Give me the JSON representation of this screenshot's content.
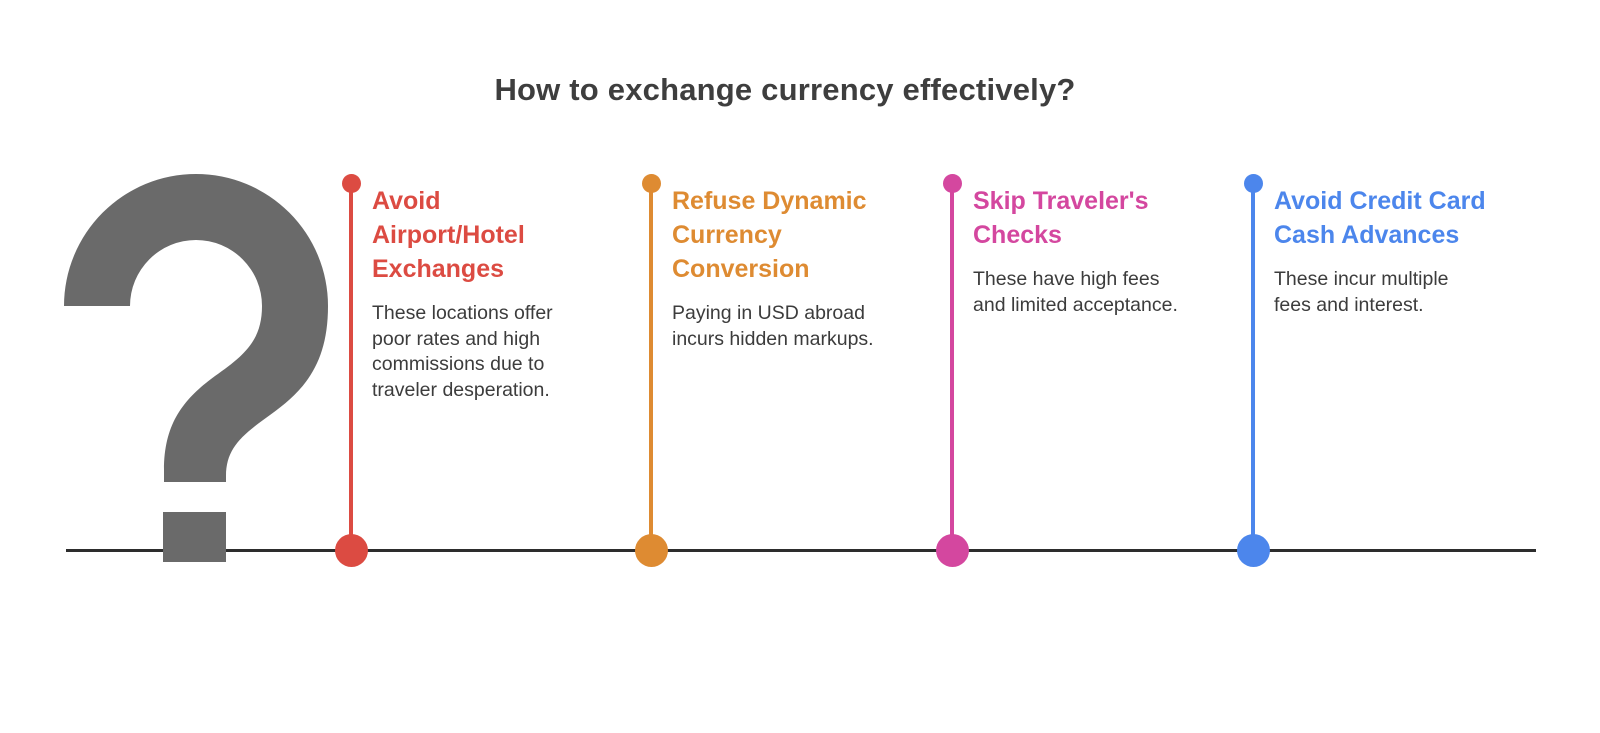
{
  "title": "How to exchange currency effectively?",
  "question_mark": {
    "glyph": "?",
    "color": "#6a6a6a"
  },
  "baseline_color": "#2d2d2d",
  "steps": [
    {
      "heading": "Avoid\nAirport/Hotel\nExchanges",
      "body": "These locations offer\npoor rates and high\ncommissions due to\ntraveler desperation.",
      "color": "#dc4b42"
    },
    {
      "heading": "Refuse Dynamic\nCurrency\nConversion",
      "body": "Paying in USD abroad\nincurs hidden markups.",
      "color": "#de8b32"
    },
    {
      "heading": "Skip Traveler's\nChecks",
      "body": "These have high fees\nand limited acceptance.",
      "color": "#d4479f"
    },
    {
      "heading": "Avoid Credit Card\nCash Advances",
      "body": "These incur multiple\nfees and interest.",
      "color": "#4c86ec"
    }
  ]
}
